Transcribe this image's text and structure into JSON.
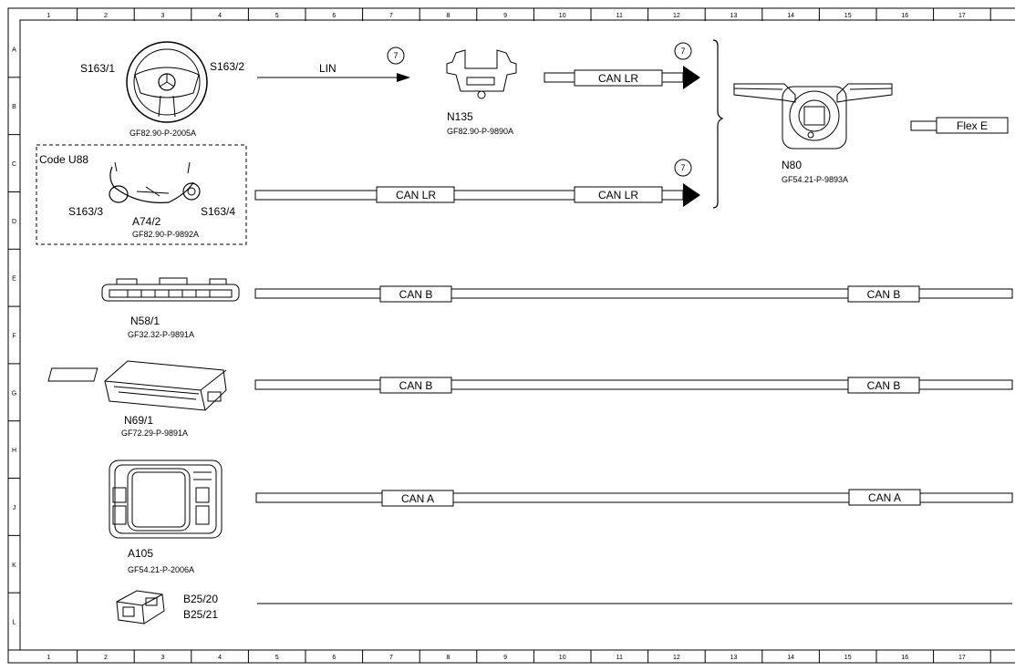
{
  "grid": {
    "columns": [
      "1",
      "2",
      "3",
      "4",
      "5",
      "6",
      "7",
      "8",
      "9",
      "10",
      "11",
      "12",
      "13",
      "14",
      "15",
      "16",
      "17"
    ],
    "rows": [
      "A",
      "B",
      "C",
      "D",
      "E",
      "F",
      "G",
      "H",
      "J",
      "K",
      "L"
    ]
  },
  "components": {
    "steering_wheel": {
      "left_switch": "S163/1",
      "right_switch": "S163/2",
      "doc": "GF82.90-P-2005A"
    },
    "optional_group": {
      "code": "Code U88",
      "left_switch": "S163/3",
      "right_switch": "S163/4",
      "name": "A74/2",
      "doc": "GF82.90-P-9892A"
    },
    "n135": {
      "name": "N135",
      "doc": "GF82.90-P-9890A"
    },
    "n80": {
      "name": "N80",
      "doc": "GF54.21-P-9893A"
    },
    "n58_1": {
      "name": "N58/1",
      "doc": "GF32.32-P-9891A"
    },
    "n69_1": {
      "name": "N69/1",
      "doc": "GF72.29-P-9891A"
    },
    "a105": {
      "name": "A105",
      "doc": "GF54.21-P-2006A"
    },
    "b25": {
      "name_1": "B25/20",
      "name_2": "B25/21"
    }
  },
  "connections": {
    "lin": "LIN",
    "ref_number": "7",
    "can_lr": "CAN LR",
    "can_b": "CAN B",
    "can_a": "CAN A",
    "flex_e": "Flex E"
  }
}
